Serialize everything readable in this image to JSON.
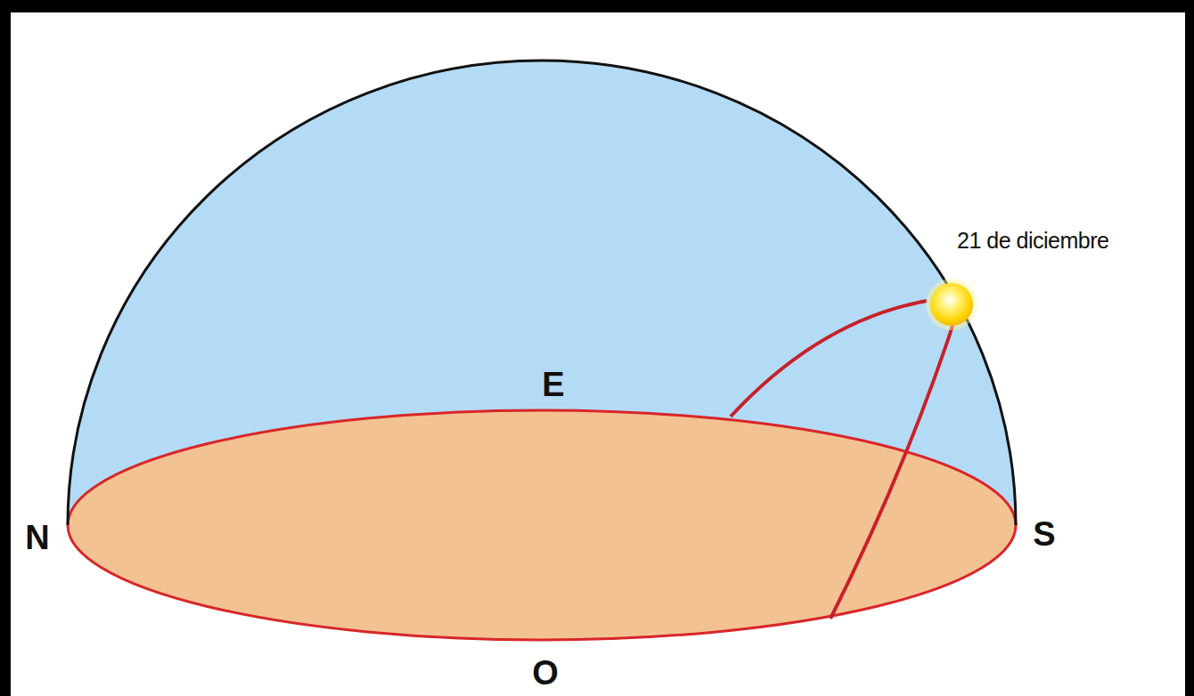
{
  "diagram": {
    "labels": [
      "N",
      "E",
      "S",
      "O",
      "21 de diciembre"
    ]
  }
}
